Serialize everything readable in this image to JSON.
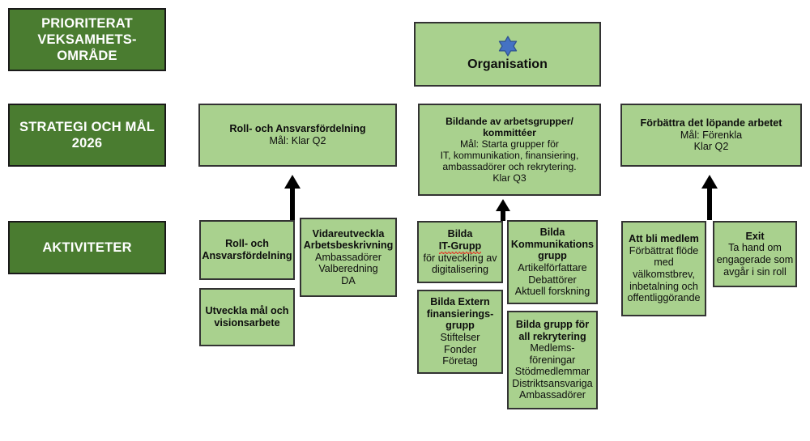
{
  "meta": {
    "diagram_title": "Strategi och mal 2026 roadmap",
    "colors": {
      "header_green": "#4a7c30",
      "box_green": "#a9d18e",
      "border_dark": "#333333",
      "text_dark": "#0d0d0d",
      "header_text": "#ffffff",
      "star_blue": "#4472c4",
      "star_outline": "#2f528f",
      "arrow_black": "#000000",
      "spellcheck_red": "#e03a28"
    }
  },
  "row_labels": [
    {
      "line1": "PRIORITERAT",
      "line2": "VEKSAMHETS-OMRÅDE"
    },
    {
      "line1": "STRATEGI OCH MÅL",
      "line2": "2026"
    },
    {
      "line1": "AKTIVITETER",
      "line2": ""
    }
  ],
  "organisation": {
    "icon": "six-pointed-star-icon",
    "title": "Organisation"
  },
  "strategy": [
    {
      "title": "Roll- och Ansvarsfördelning",
      "lines": [
        "Mål: Klar Q2"
      ]
    },
    {
      "title_line1": "Bildande av arbetsgrupper/",
      "title_line2": "kommittéer",
      "lines": [
        "Mål: Starta grupper för",
        "IT, kommunikation, finansiering,",
        "ambassadörer och rekrytering.",
        "Klar Q3"
      ]
    },
    {
      "title": "Förbättra det löpande arbetet",
      "lines": [
        "Mål: Förenkla",
        "Klar Q2"
      ]
    }
  ],
  "activities": {
    "group_left": [
      {
        "title_line1": "Roll- och",
        "title_line2": "Ansvarsfördelning",
        "lines": []
      },
      {
        "title_line1": "Utveckla mål och",
        "title_line2": "visionsarbete",
        "lines": []
      },
      {
        "title_line1": "Vidareutveckla",
        "title_line2": "Arbetsbeskrivning",
        "lines": [
          "Ambassadörer",
          "Valberedning",
          "DA"
        ]
      }
    ],
    "group_middle": [
      {
        "title_line1": "Bilda",
        "title_line2": "IT-Grupp",
        "title_line2_spellcheck": true,
        "lines": [
          "för utveckling av",
          "digitalisering"
        ]
      },
      {
        "title_line1": "Bilda Extern",
        "title_line2": "finansierings-",
        "title_line3": "grupp",
        "lines": [
          "Stiftelser",
          "Fonder",
          "Företag"
        ]
      },
      {
        "title_line1": "Bilda",
        "title_line2": "Kommunikations",
        "title_line3": "grupp",
        "lines": [
          "Artikelförfattare",
          "Debattörer",
          "Aktuell forskning"
        ]
      },
      {
        "title_line1": "Bilda grupp för",
        "title_line2": "all rekrytering",
        "lines": [
          "Medlems-",
          "föreningar",
          "Stödmedlemmar",
          "Distriktsansvariga",
          "Ambassadörer"
        ]
      }
    ],
    "group_right": [
      {
        "title_line1": "Att bli medlem",
        "lines": [
          "Förbättrat flöde",
          "med",
          "välkomstbrev,",
          "inbetalning och",
          "offentliggörande"
        ]
      },
      {
        "title_line1": "Exit",
        "lines": [
          "Ta hand om",
          "engagerade som",
          "avgår i sin roll"
        ]
      }
    ]
  },
  "arrows": [
    {
      "name": "arrow-activities-to-strategy-left"
    },
    {
      "name": "arrow-activities-to-strategy-middle"
    },
    {
      "name": "arrow-activities-to-strategy-right"
    }
  ]
}
